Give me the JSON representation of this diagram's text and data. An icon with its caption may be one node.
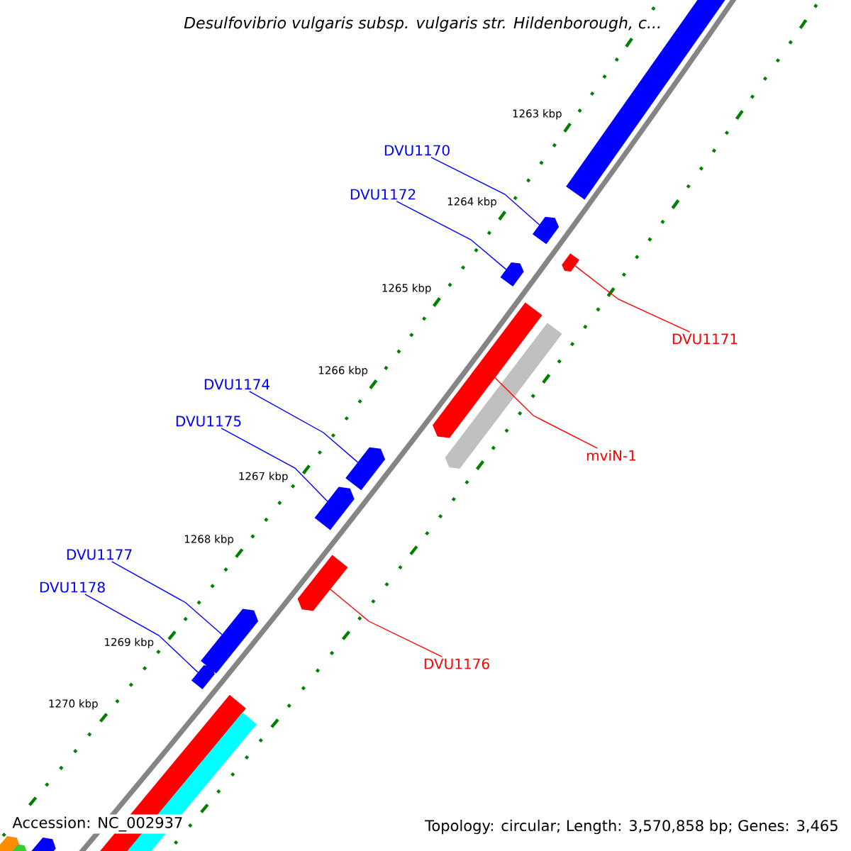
{
  "diagram": {
    "title": "Desulfovibrio vulgaris subsp. vulgaris str. Hildenborough, c...",
    "nodes": [
      {
        "text": [
          "DVU1170"
        ]
      },
      {
        "text": [
          "DVU1172"
        ]
      },
      {
        "text": [
          "DVU1171"
        ]
      },
      {
        "text": [
          "DVU1174"
        ]
      },
      {
        "text": [
          "DVU1175"
        ]
      },
      {
        "text": [
          "mviN-1"
        ]
      },
      {
        "text": [
          "DVU1177"
        ]
      },
      {
        "text": [
          "DVU1178"
        ]
      },
      {
        "text": [
          "DVU1176"
        ]
      },
      {
        "text": [],
        "shape": "bar"
      },
      {
        "text": [],
        "shape": "bar"
      },
      {
        "text": [],
        "shape": "bar"
      },
      {
        "text": [],
        "shape": "bar"
      },
      {
        "text": [],
        "shape": "bar"
      },
      {
        "text": [],
        "shape": "bar"
      },
      {
        "text": [],
        "shape": "bar"
      },
      {
        "text": [],
        "shape": "bar"
      },
      {
        "text": [],
        "shape": "bar"
      }
    ],
    "edges": [
      {
        "from": 0,
        "to": 9,
        "arrow": "none"
      },
      {
        "from": 1,
        "to": 11,
        "arrow": "none"
      },
      {
        "from": 2,
        "to": 10,
        "arrow": "none",
        "color": "#ff0000"
      },
      {
        "from": 3,
        "to": 13,
        "arrow": "none"
      },
      {
        "from": 4,
        "to": 14,
        "arrow": "none"
      },
      {
        "from": 5,
        "to": 12,
        "arrow": "none",
        "color": "#ff0000"
      },
      {
        "from": 6,
        "to": 16,
        "arrow": "none"
      },
      {
        "from": 7,
        "to": 17,
        "arrow": "none"
      },
      {
        "from": 8,
        "to": 15,
        "arrow": "none",
        "color": "#ff0000"
      }
    ],
    "labels": [
      "1263 kbp",
      "1264 kbp",
      "1265 kbp",
      "1266 kbp",
      "1267 kbp",
      "1268 kbp",
      "1269 kbp",
      "1270 kbp",
      "Accession: NC_002937",
      "Topology: circular; Length: 3,570,858 bp; Genes: 3,465"
    ]
  }
}
